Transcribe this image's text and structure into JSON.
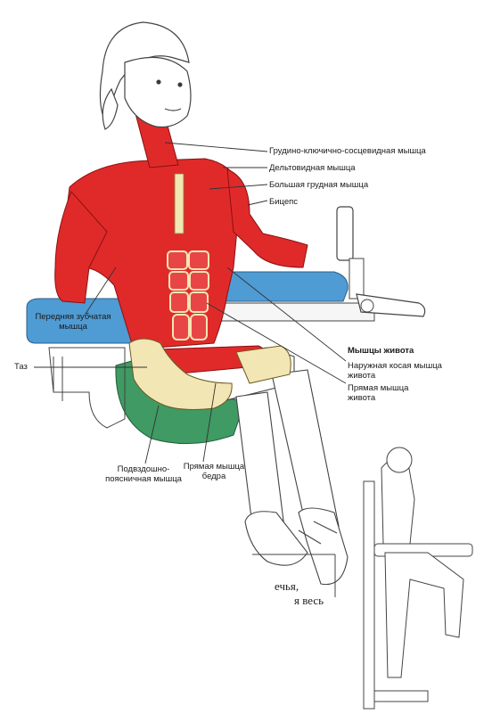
{
  "labels": {
    "sternocleidomastoid": "Грудино-ключично-сосцевидная мышца",
    "deltoid": "Дельтовидная мышца",
    "pectoralis_major": "Большая грудная мышца",
    "biceps": "Бицепс",
    "serratus_anterior": "Передняя зубчатая мышца",
    "pelvis": "Таз",
    "abdominal_group": "Мышцы живота",
    "external_oblique": "Наружная косая мышца живота",
    "rectus_abdominis": "Прямая мышца живота",
    "iliopsoas": "Подвздошно-поясничная мышца",
    "rectus_femoris": "Прямая мышца бедра"
  },
  "cropped_text": {
    "line1": "ечья,",
    "line2": "я весь"
  },
  "colors": {
    "muscle": "#e02a2a",
    "muscle_dark": "#b81818",
    "bone": "#f2e6b4",
    "pad_blue": "#4f9bd4",
    "pad_green": "#3f9a63",
    "line": "#333333"
  }
}
